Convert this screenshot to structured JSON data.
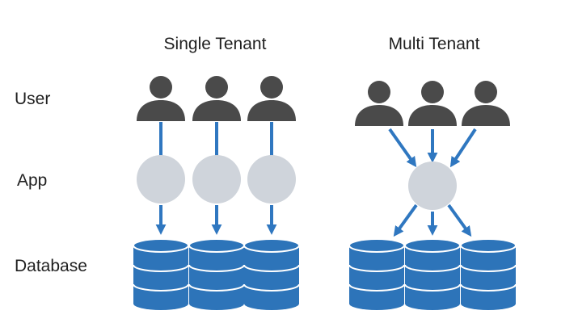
{
  "titles": {
    "single": "Single Tenant",
    "multi": "Multi Tenant"
  },
  "row_labels": {
    "user": "User",
    "app": "App",
    "database": "Database"
  },
  "colors": {
    "user": "#4a4a4a",
    "app": "#cfd4db",
    "arrow": "#2f77c0",
    "db_fill": "#2d74b9",
    "db_stroke": "#ffffff",
    "text": "#1f1f1f"
  },
  "icons": {
    "user": "person-icon",
    "app": "app-circle-icon",
    "database": "database-cylinder-icon"
  }
}
